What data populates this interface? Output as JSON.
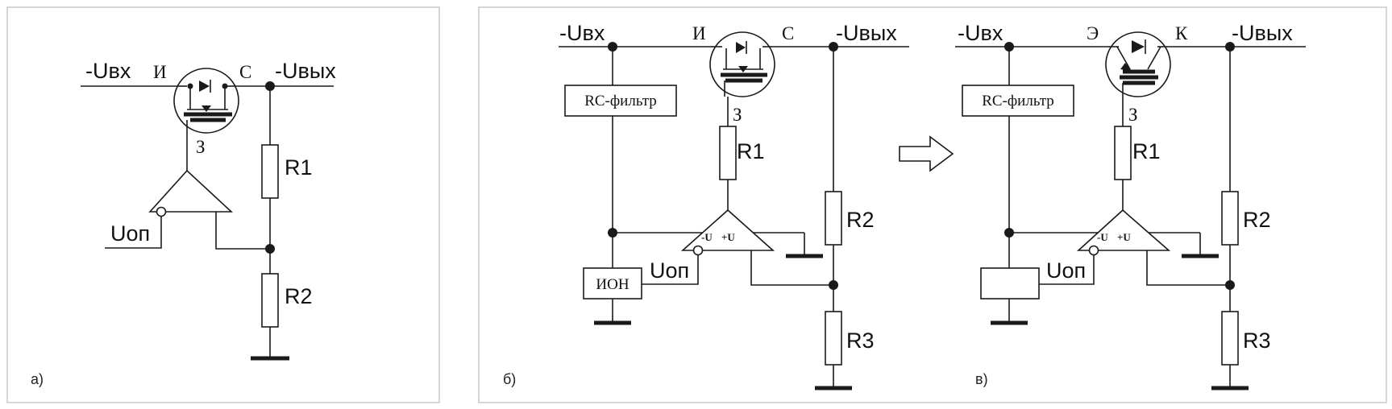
{
  "panels": [
    {
      "caption": "а)",
      "in_label": "-Uвх",
      "out_label": "-Uвых",
      "source_pin": "И",
      "drain_pin": "С",
      "gate_pin": "З",
      "r1": "R1",
      "r2": "R2",
      "ref_label": "Uоп"
    },
    {
      "caption": "б)",
      "in_label": "-Uвх",
      "out_label": "-Uвых",
      "source_pin": "И",
      "drain_pin": "С",
      "gate_pin": "З",
      "rc_filter": "RC-фильтр",
      "ion": "ИОН",
      "ref_label": "Uоп",
      "r1": "R1",
      "r2": "R2",
      "r3": "R3",
      "neg_supply": "-U",
      "pos_supply": "+U"
    },
    {
      "caption": "в)",
      "in_label": "-Uвх",
      "out_label": "-Uвых",
      "emitter_pin": "Э",
      "collector_pin": "К",
      "base_pin": "З",
      "rc_filter": "RC-фильтр",
      "ref_label": "Uоп",
      "r1": "R1",
      "r2": "R2",
      "r3": "R3",
      "neg_supply": "-U",
      "pos_supply": "+U"
    }
  ]
}
